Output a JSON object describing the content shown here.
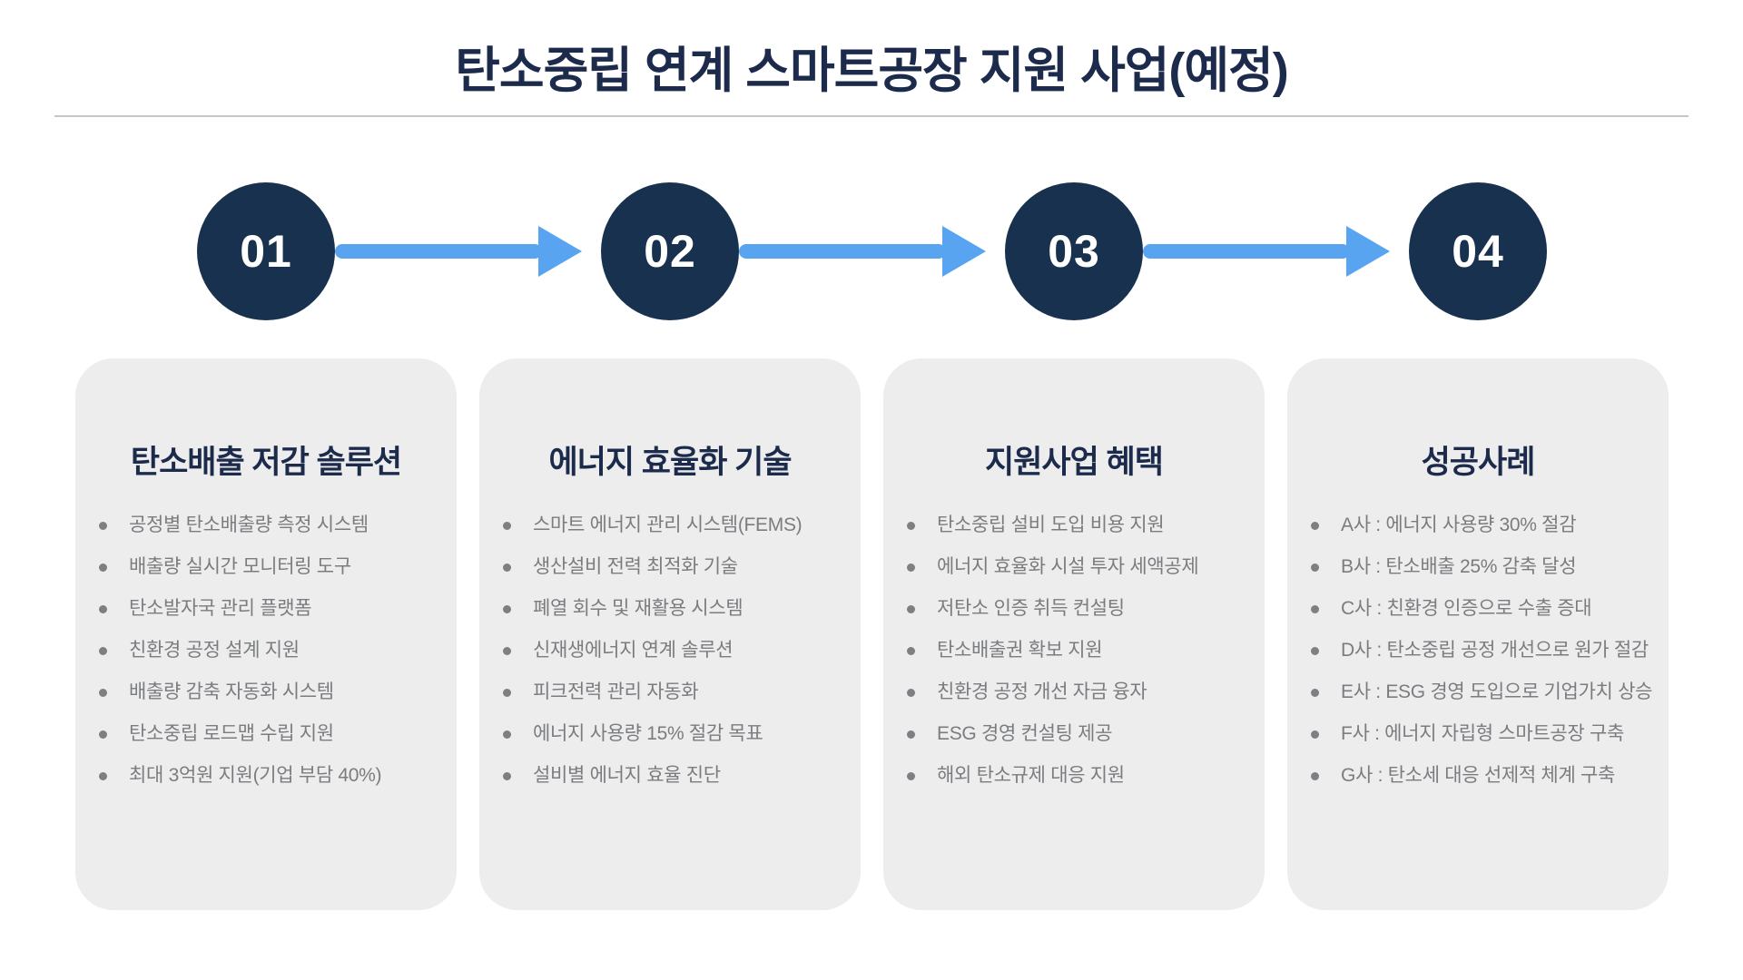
{
  "title": "탄소중립 연계 스마트공장 지원 사업(예정)",
  "steps": [
    {
      "label": "01"
    },
    {
      "label": "02"
    },
    {
      "label": "03"
    },
    {
      "label": "04"
    }
  ],
  "cards": [
    {
      "title": "탄소배출 저감 솔루션",
      "items": [
        "공정별 탄소배출량 측정 시스템",
        "배출량 실시간 모니터링 도구",
        "탄소발자국 관리 플랫폼",
        "친환경 공정 설계 지원",
        "배출량 감축 자동화 시스템",
        "탄소중립 로드맵 수립 지원",
        "최대 3억원 지원(기업 부담 40%)"
      ]
    },
    {
      "title": "에너지 효율화 기술",
      "items": [
        "스마트 에너지 관리 시스템(FEMS)",
        "생산설비 전력 최적화 기술",
        "폐열 회수 및 재활용 시스템",
        "신재생에너지 연계 솔루션",
        "피크전력 관리 자동화",
        "에너지 사용량 15% 절감 목표",
        "설비별 에너지 효율 진단"
      ]
    },
    {
      "title": "지원사업 혜택",
      "items": [
        "탄소중립 설비 도입 비용 지원",
        "에너지 효율화 시설 투자 세액공제",
        "저탄소 인증 취득 컨설팅",
        "탄소배출권 확보 지원",
        "친환경 공정 개선 자금 융자",
        "ESG 경영 컨설팅 제공",
        "해외 탄소규제 대응 지원"
      ]
    },
    {
      "title": "성공사례",
      "items": [
        "A사 : 에너지 사용량 30% 절감",
        "B사 : 탄소배출 25% 감축 달성",
        "C사 : 친환경 인증으로 수출 증대",
        "D사 : 탄소중립 공정 개선으로 원가 절감",
        "E사 : ESG 경영 도입으로 기업가치 상승",
        "F사 : 에너지 자립형 스마트공장 구축",
        "G사 : 탄소세 대응 선제적 체계 구축"
      ]
    }
  ],
  "colors": {
    "navy": "#17314F",
    "heading_navy": "#1C2B4B",
    "arrow_blue": "#58A4F1",
    "card_bg": "#EDEDED",
    "bullet_gray": "#7A7C7F"
  }
}
